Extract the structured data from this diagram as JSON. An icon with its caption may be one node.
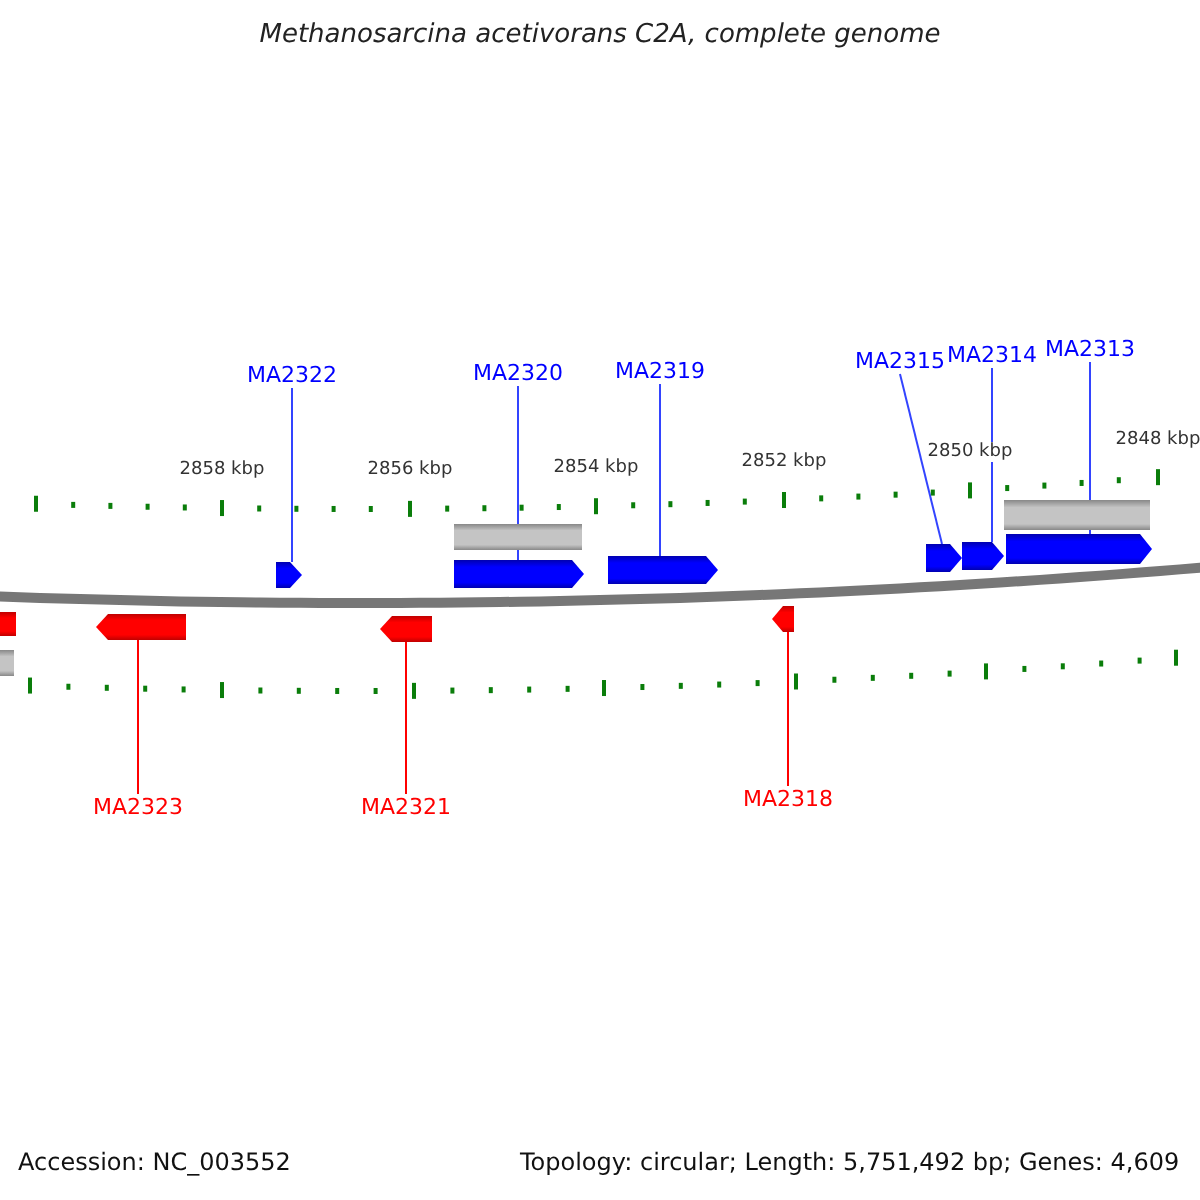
{
  "diagram": {
    "title": "Methanosarcina acetivorans C2A, complete genome",
    "nodes": [
      {
        "text": [
          "MA2322"
        ]
      },
      {
        "text": [
          "MA2320"
        ]
      },
      {
        "text": [
          "MA2319"
        ]
      },
      {
        "text": [
          "MA2315"
        ]
      },
      {
        "text": [
          "MA2314"
        ]
      },
      {
        "text": [
          "MA2313"
        ]
      },
      {
        "text": [
          "MA2323"
        ]
      },
      {
        "text": [
          "MA2321"
        ]
      },
      {
        "text": [
          "MA2318"
        ]
      },
      {
        "text": [],
        "shape": "box"
      },
      {
        "text": [],
        "shape": "bar"
      },
      {
        "text": [],
        "shape": "block"
      },
      {
        "text": [],
        "shape": "block"
      },
      {
        "text": [],
        "shape": "block"
      },
      {
        "text": [],
        "shape": "bar"
      },
      {
        "text": [],
        "shape": "block"
      },
      {
        "text": [],
        "shape": "block"
      },
      {
        "text": [],
        "shape": "block"
      },
      {
        "text": [],
        "shape": "block"
      },
      {
        "text": [],
        "shape": "block"
      },
      {
        "text": [],
        "shape": "bar"
      },
      {
        "text": [],
        "shape": "block"
      }
    ],
    "edges": [
      {
        "from": 0,
        "to": 12,
        "arrow": "none"
      },
      {
        "from": 1,
        "to": 15,
        "arrow": "none"
      },
      {
        "from": 2,
        "to": 16,
        "arrow": "none"
      },
      {
        "from": 3,
        "to": 18,
        "arrow": "none"
      },
      {
        "from": 4,
        "to": 19,
        "arrow": "none"
      },
      {
        "from": 5,
        "to": 21,
        "arrow": "none"
      },
      {
        "from": 6,
        "to": 11,
        "arrow": "none",
        "color": "#ff0000"
      },
      {
        "from": 7,
        "to": 13,
        "arrow": "none",
        "color": "#ff0000"
      },
      {
        "from": 8,
        "to": 17,
        "arrow": "none",
        "color": "#ff0000"
      }
    ],
    "labels": [
      "2858 kbp",
      "2856 kbp",
      "2854 kbp",
      "2852 kbp",
      "2850 kbp",
      "2848 kbp",
      "Accession: NC_003552",
      "Topology: circular; Length: 5,751,492 bp; Genes: 4,609"
    ]
  }
}
